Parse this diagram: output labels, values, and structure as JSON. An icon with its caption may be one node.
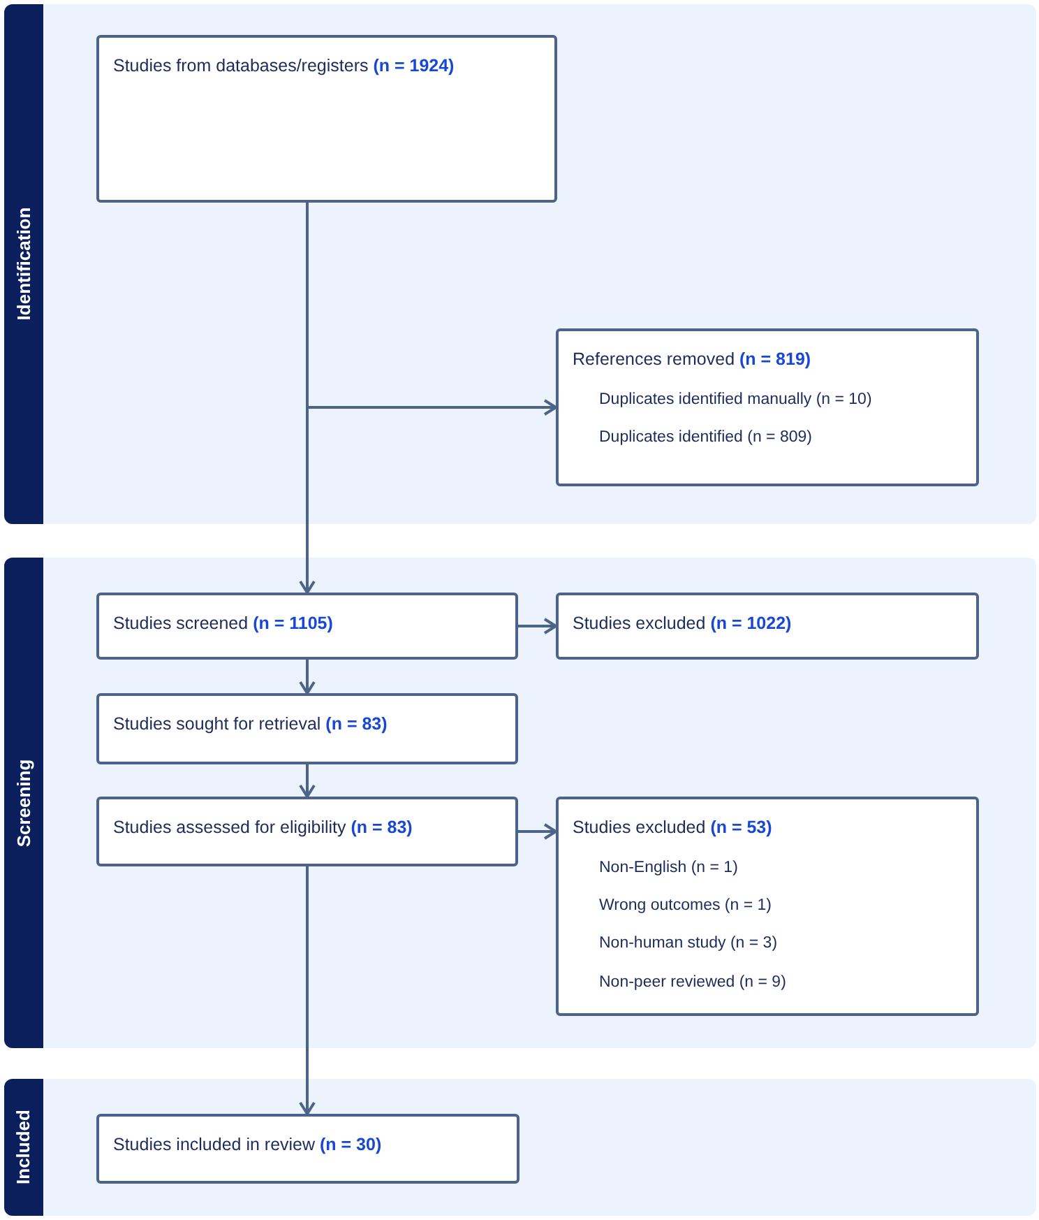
{
  "diagram": {
    "nodes": [
      {
        "text": [
          "Identification"
        ]
      },
      {
        "text": [
          "Studies from databases/registers **(n = 1924)**"
        ],
        "in": 0
      },
      {
        "text": [
          "References removed **(n = 819)**",
          "Duplicates identified manually (n = 10)",
          "Duplicates identified (n = 809)"
        ],
        "in": 0
      },
      {
        "text": [
          "Screening"
        ]
      },
      {
        "text": [
          "Studies screened **(n = 1105)**"
        ],
        "in": 3
      },
      {
        "text": [
          "Studies excluded **(n = 1022)**"
        ],
        "in": 3
      },
      {
        "text": [
          "Studies sought for retrieval **(n = 83)**"
        ],
        "in": 3
      },
      {
        "text": [
          "Studies assessed for eligibility **(n = 83)**"
        ],
        "in": 3
      },
      {
        "text": [
          "Studies excluded **(n = 53)**",
          "Non-English (n = 1)",
          "Wrong outcomes (n = 1)",
          "Non-human study (n = 3)",
          "Non-peer reviewed (n = 9)"
        ],
        "in": 3
      },
      {
        "text": [
          "Included"
        ]
      },
      {
        "text": [
          "Studies included in review **(n = 30)**"
        ],
        "in": 9
      }
    ],
    "edges": [
      {
        "from": 1,
        "to": 2,
        "arrow": "to"
      },
      {
        "from": 1,
        "to": 4,
        "arrow": "to"
      },
      {
        "from": 4,
        "to": 5,
        "arrow": "to"
      },
      {
        "from": 4,
        "to": 6,
        "arrow": "to"
      },
      {
        "from": 6,
        "to": 7,
        "arrow": "to"
      },
      {
        "from": 7,
        "to": 8,
        "arrow": "to"
      },
      {
        "from": 7,
        "to": 10,
        "arrow": "to"
      }
    ]
  }
}
